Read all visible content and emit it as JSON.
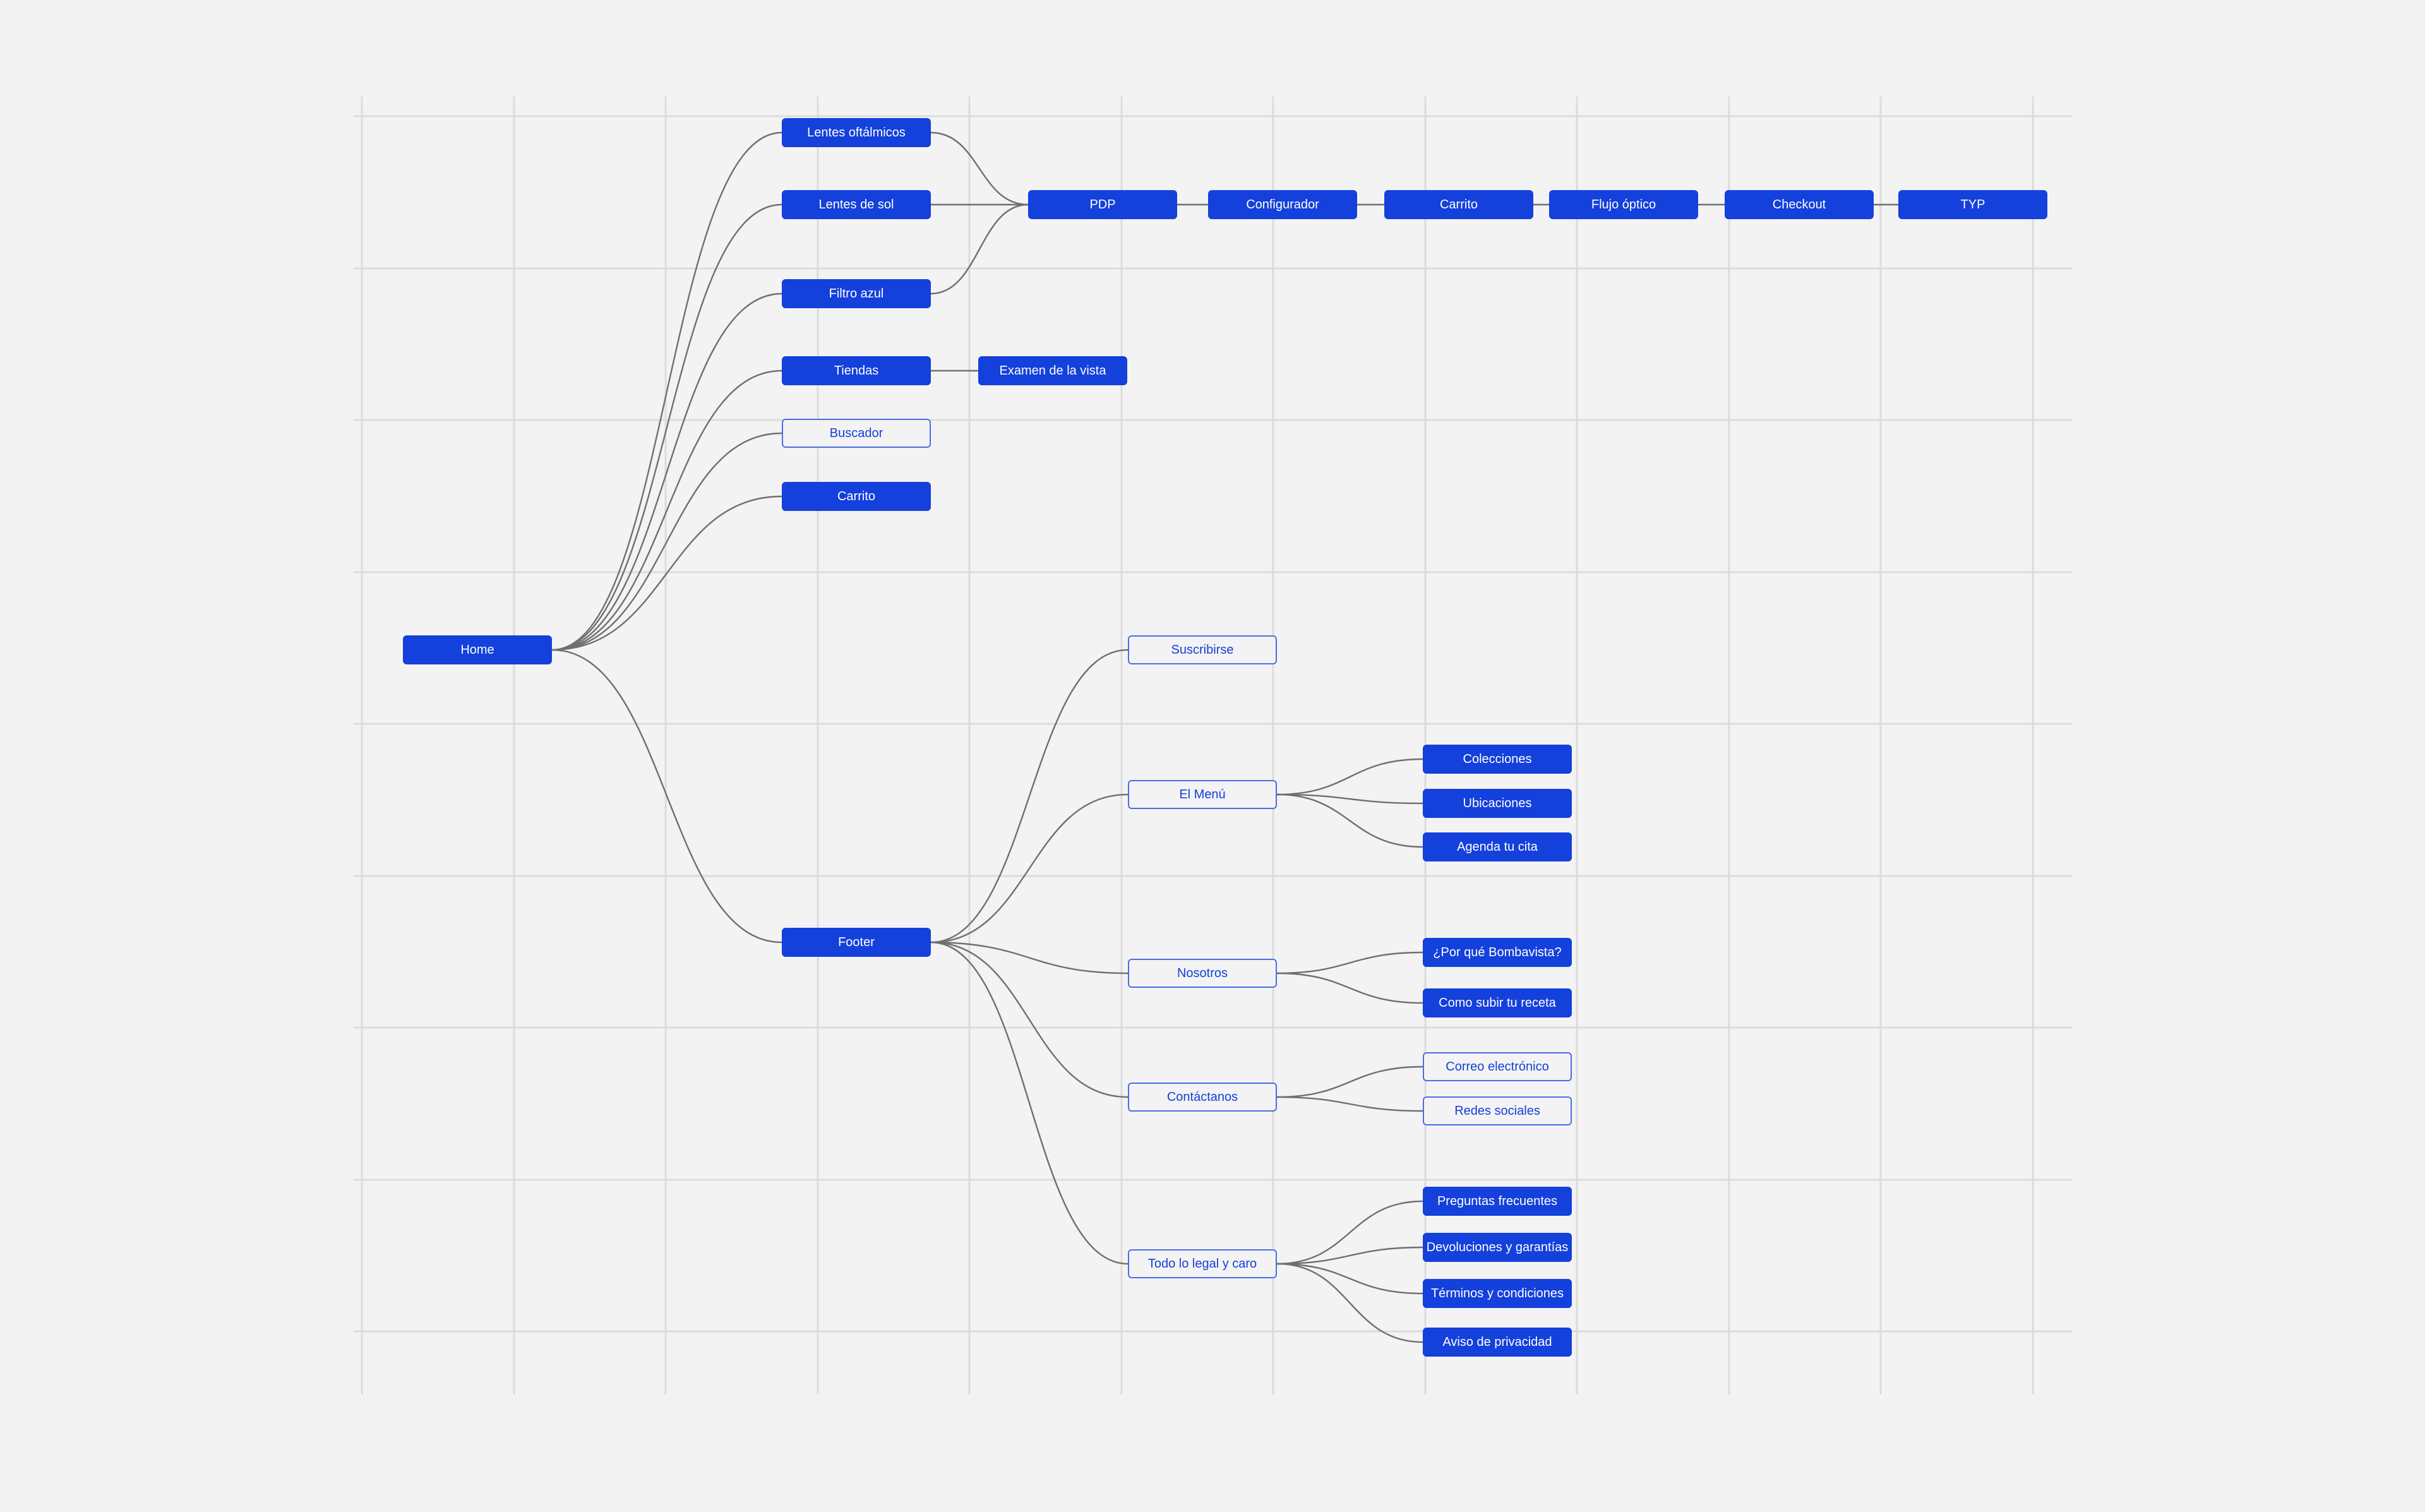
{
  "colors": {
    "background": "#f3f3f3",
    "node_fill": "#1440dc",
    "node_text_filled": "#ffffff",
    "node_outline": "#4a6ee6",
    "edge": "#6f6f6f",
    "grid": "#dcdcdc"
  },
  "nodes": [
    {
      "id": "home",
      "label": "Home",
      "style": "filled"
    },
    {
      "id": "lentes-oftalmicos",
      "label": "Lentes oftálmicos",
      "style": "filled"
    },
    {
      "id": "lentes-de-sol",
      "label": "Lentes de sol",
      "style": "filled"
    },
    {
      "id": "filtro-azul",
      "label": "Filtro azul",
      "style": "filled"
    },
    {
      "id": "tiendas",
      "label": "Tiendas",
      "style": "filled"
    },
    {
      "id": "buscador",
      "label": "Buscador",
      "style": "outline"
    },
    {
      "id": "carrito-top",
      "label": "Carrito",
      "style": "filled"
    },
    {
      "id": "footer",
      "label": "Footer",
      "style": "filled"
    },
    {
      "id": "pdp",
      "label": "PDP",
      "style": "filled"
    },
    {
      "id": "configurador",
      "label": "Configurador",
      "style": "filled"
    },
    {
      "id": "carrito-flow",
      "label": "Carrito",
      "style": "filled"
    },
    {
      "id": "flujo-optico",
      "label": "Flujo óptico",
      "style": "filled"
    },
    {
      "id": "checkout",
      "label": "Checkout",
      "style": "filled"
    },
    {
      "id": "typ",
      "label": "TYP",
      "style": "filled"
    },
    {
      "id": "examen-de-la-vista",
      "label": "Examen de la vista",
      "style": "filled"
    },
    {
      "id": "suscribirse",
      "label": "Suscribirse",
      "style": "outline"
    },
    {
      "id": "el-menu",
      "label": "El Menú",
      "style": "outline"
    },
    {
      "id": "nosotros",
      "label": "Nosotros",
      "style": "outline"
    },
    {
      "id": "contactanos",
      "label": "Contáctanos",
      "style": "outline"
    },
    {
      "id": "todo-lo-legal",
      "label": "Todo lo legal y caro",
      "style": "outline"
    },
    {
      "id": "colecciones",
      "label": "Colecciones",
      "style": "filled"
    },
    {
      "id": "ubicaciones",
      "label": "Ubicaciones",
      "style": "filled"
    },
    {
      "id": "agenda-tu-cita",
      "label": "Agenda tu cita",
      "style": "filled"
    },
    {
      "id": "por-que-bombavista",
      "label": "¿Por qué Bombavista?",
      "style": "filled"
    },
    {
      "id": "como-subir-tu-receta",
      "label": "Como subir tu receta",
      "style": "filled"
    },
    {
      "id": "correo-electronico",
      "label": "Correo electrónico",
      "style": "outline"
    },
    {
      "id": "redes-sociales",
      "label": "Redes sociales",
      "style": "outline"
    },
    {
      "id": "preguntas-frecuentes",
      "label": "Preguntas frecuentes",
      "style": "filled"
    },
    {
      "id": "devoluciones-y-garantias",
      "label": "Devoluciones y garantías",
      "style": "filled"
    },
    {
      "id": "terminos-y-condiciones",
      "label": "Términos y condiciones",
      "style": "filled"
    },
    {
      "id": "aviso-de-privacidad",
      "label": "Aviso de privacidad",
      "style": "filled"
    }
  ],
  "edges": [
    [
      "home",
      "lentes-oftalmicos"
    ],
    [
      "home",
      "lentes-de-sol"
    ],
    [
      "home",
      "filtro-azul"
    ],
    [
      "home",
      "tiendas"
    ],
    [
      "home",
      "buscador"
    ],
    [
      "home",
      "carrito-top"
    ],
    [
      "home",
      "footer"
    ],
    [
      "lentes-oftalmicos",
      "pdp"
    ],
    [
      "lentes-de-sol",
      "pdp"
    ],
    [
      "filtro-azul",
      "pdp"
    ],
    [
      "pdp",
      "configurador"
    ],
    [
      "configurador",
      "carrito-flow"
    ],
    [
      "carrito-flow",
      "flujo-optico"
    ],
    [
      "flujo-optico",
      "checkout"
    ],
    [
      "checkout",
      "typ"
    ],
    [
      "tiendas",
      "examen-de-la-vista"
    ],
    [
      "footer",
      "suscribirse"
    ],
    [
      "footer",
      "el-menu"
    ],
    [
      "footer",
      "nosotros"
    ],
    [
      "footer",
      "contactanos"
    ],
    [
      "footer",
      "todo-lo-legal"
    ],
    [
      "el-menu",
      "colecciones"
    ],
    [
      "el-menu",
      "ubicaciones"
    ],
    [
      "el-menu",
      "agenda-tu-cita"
    ],
    [
      "nosotros",
      "por-que-bombavista"
    ],
    [
      "nosotros",
      "como-subir-tu-receta"
    ],
    [
      "contactanos",
      "correo-electronico"
    ],
    [
      "contactanos",
      "redes-sociales"
    ],
    [
      "todo-lo-legal",
      "preguntas-frecuentes"
    ],
    [
      "todo-lo-legal",
      "devoluciones-y-garantias"
    ],
    [
      "todo-lo-legal",
      "terminos-y-condiciones"
    ],
    [
      "todo-lo-legal",
      "aviso-de-privacidad"
    ]
  ]
}
